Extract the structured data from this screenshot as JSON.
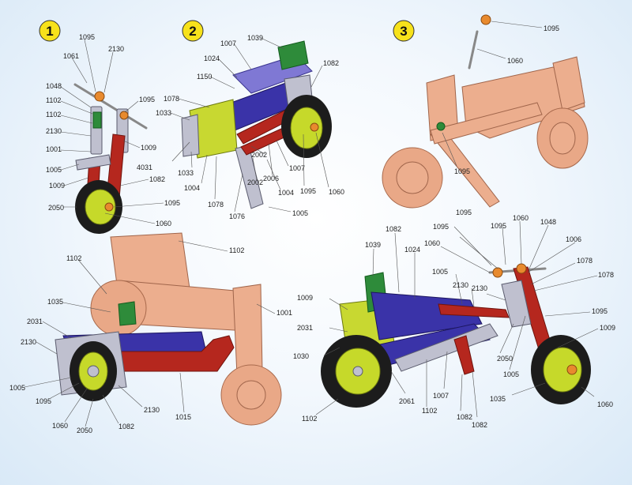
{
  "steps": {
    "s1": "1",
    "s2": "2",
    "s3": "3"
  },
  "labels": {
    "a1": "1095",
    "a2": "1061",
    "a3": "2130",
    "a4": "1048",
    "a5": "1102",
    "a6": "1102",
    "a7": "1095",
    "a8": "2130",
    "a9": "1009",
    "a10": "1001",
    "a11": "1005",
    "a12": "1009",
    "a13": "1082",
    "a14": "2050",
    "a15": "1095",
    "a16": "1060",
    "b1": "1039",
    "b2": "1007",
    "b3": "1024",
    "b4": "1082",
    "b5": "1150",
    "b6": "1078",
    "b7": "1033",
    "b8": "4031",
    "b9": "1033",
    "b10": "1004",
    "b11": "1078",
    "b12": "1076",
    "b13": "2002",
    "b14": "1007",
    "b15": "2006",
    "b16": "2002",
    "b17": "1004",
    "b18": "1095",
    "b19": "1060",
    "b20": "1005",
    "c1": "1095",
    "c2": "1060",
    "c3": "1095",
    "d1": "1102",
    "d2": "1102",
    "d3": "1035",
    "d4": "1001",
    "d5": "2031",
    "d6": "2130",
    "d7": "1005",
    "d8": "1095",
    "d9": "1060",
    "d10": "2050",
    "d11": "1082",
    "d12": "2130",
    "d13": "1015",
    "e1": "1082",
    "e2": "1095",
    "e3": "1095",
    "e4": "1095",
    "e5": "1060",
    "e6": "1039",
    "e7": "1024",
    "e8": "1060",
    "e9": "1048",
    "e10": "1006",
    "e11": "1005",
    "e12": "2130",
    "e13": "2130",
    "e14": "1078",
    "e15": "1078",
    "e16": "1009",
    "e17": "2031",
    "e18": "1095",
    "e19": "1030",
    "e20": "1009",
    "e21": "2050",
    "e22": "1005",
    "e23": "1035",
    "e24": "1007",
    "e25": "1060",
    "e26": "2061",
    "e27": "1102",
    "e28": "1102",
    "e29": "1082",
    "e30": "1082"
  },
  "colors": {
    "copper": "#ecae8e",
    "red": "#b5271e",
    "blue": "#3a33a8",
    "violet": "#7f78d4",
    "lime": "#c8d831",
    "green": "#2e8b3a",
    "silver": "#bfc0cf",
    "badge": "#f7e21b"
  }
}
